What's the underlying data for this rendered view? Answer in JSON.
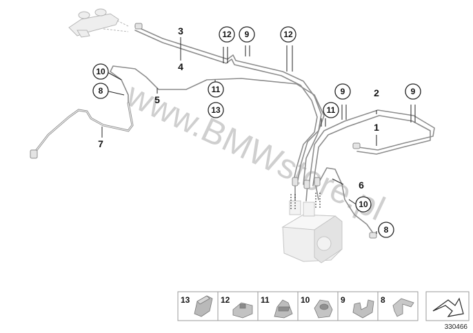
{
  "callouts": {
    "c1": "1",
    "c2": "2",
    "c3": "3",
    "c4": "4",
    "c5": "5",
    "c6": "6",
    "c7": "7",
    "c8a": "8",
    "c8b": "8",
    "c9a": "9",
    "c9b": "9",
    "c9c": "9",
    "c10a": "10",
    "c10b": "10",
    "c11a": "11",
    "c11b": "11",
    "c12a": "12",
    "c12b": "12",
    "c13": "13"
  },
  "legend": {
    "items": [
      {
        "num": "13",
        "icon": "clip-13-icon"
      },
      {
        "num": "12",
        "icon": "clip-12-icon"
      },
      {
        "num": "11",
        "icon": "clip-11-icon"
      },
      {
        "num": "10",
        "icon": "clip-10-icon"
      },
      {
        "num": "9",
        "icon": "clip-9-icon"
      },
      {
        "num": "8",
        "icon": "bracket-8-icon"
      }
    ],
    "arrow_icon": "forward-arrow-icon"
  },
  "watermark": "www.BMWstore.pl",
  "diagram_number": "330466"
}
